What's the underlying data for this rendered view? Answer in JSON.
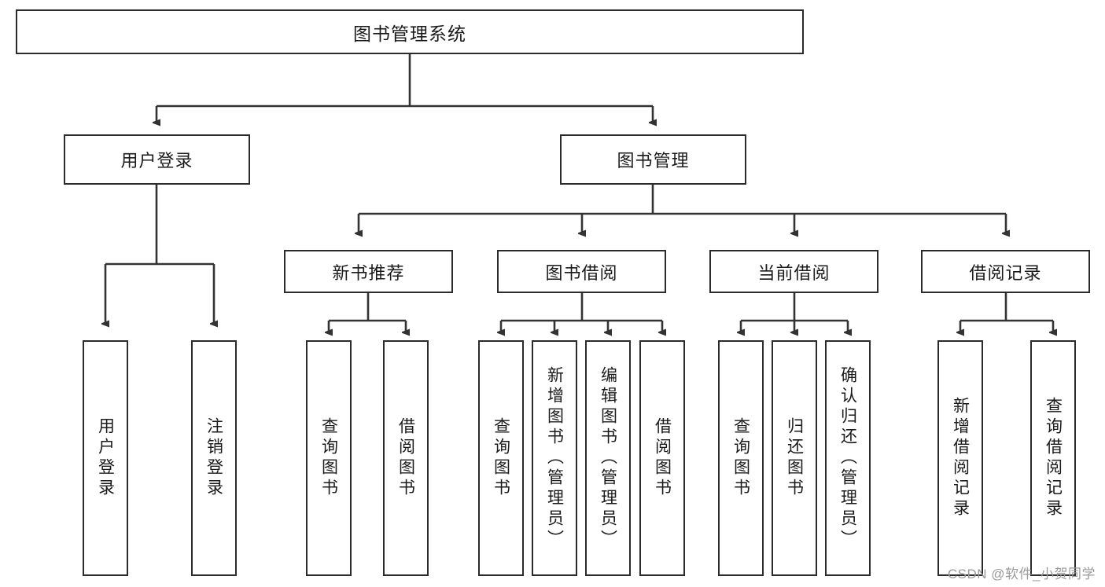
{
  "diagram": {
    "title": "图书管理系统",
    "type": "tree-hierarchy-diagram",
    "colors": {
      "box_border": "#2b2b2b",
      "box_fill": "#ffffff",
      "line": "#333333",
      "text": "#1a1a1a",
      "watermark": "#9a9a9a",
      "background": "#ffffff"
    },
    "levels": {
      "level0": [
        {
          "id": "root",
          "label": "图书管理系统",
          "orientation": "horizontal"
        }
      ],
      "level1": [
        {
          "id": "user_login",
          "label": "用户登录",
          "orientation": "horizontal",
          "parent": "root"
        },
        {
          "id": "book_manage",
          "label": "图书管理",
          "orientation": "horizontal",
          "parent": "root"
        }
      ],
      "level2": [
        {
          "id": "new_book_rec",
          "label": "新书推荐",
          "orientation": "horizontal",
          "parent": "book_manage"
        },
        {
          "id": "book_borrow",
          "label": "图书借阅",
          "orientation": "horizontal",
          "parent": "book_manage"
        },
        {
          "id": "current_borrow",
          "label": "当前借阅",
          "orientation": "horizontal",
          "parent": "book_manage"
        },
        {
          "id": "borrow_record",
          "label": "借阅记录",
          "orientation": "horizontal",
          "parent": "book_manage"
        }
      ],
      "level3": [
        {
          "id": "leaf_user_login",
          "label": "用户登录",
          "orientation": "vertical",
          "parent": "user_login"
        },
        {
          "id": "leaf_logout",
          "label": "注销登录",
          "orientation": "vertical",
          "parent": "user_login"
        },
        {
          "id": "leaf_query_book_1",
          "label": "查询图书",
          "orientation": "vertical",
          "parent": "new_book_rec"
        },
        {
          "id": "leaf_borrow_book_1",
          "label": "借阅图书",
          "orientation": "vertical",
          "parent": "new_book_rec"
        },
        {
          "id": "leaf_query_book_2",
          "label": "查询图书",
          "orientation": "vertical",
          "parent": "book_borrow"
        },
        {
          "id": "leaf_add_book",
          "label": "新增图书（管理员）",
          "orientation": "vertical",
          "parent": "book_borrow"
        },
        {
          "id": "leaf_edit_book",
          "label": "编辑图书（管理员）",
          "orientation": "vertical",
          "parent": "book_borrow"
        },
        {
          "id": "leaf_borrow_book_2",
          "label": "借阅图书",
          "orientation": "vertical",
          "parent": "book_borrow"
        },
        {
          "id": "leaf_query_book_3",
          "label": "查询图书",
          "orientation": "vertical",
          "parent": "current_borrow"
        },
        {
          "id": "leaf_return_book",
          "label": "归还图书",
          "orientation": "vertical",
          "parent": "current_borrow"
        },
        {
          "id": "leaf_confirm_return",
          "label": "确认归还（管理员）",
          "orientation": "vertical",
          "parent": "current_borrow"
        },
        {
          "id": "leaf_add_record",
          "label": "新增借阅记录",
          "orientation": "vertical",
          "parent": "borrow_record"
        },
        {
          "id": "leaf_query_record",
          "label": "查询借阅记录",
          "orientation": "vertical",
          "parent": "borrow_record"
        }
      ]
    },
    "watermark": "CSDN @软件_小贺同学"
  }
}
